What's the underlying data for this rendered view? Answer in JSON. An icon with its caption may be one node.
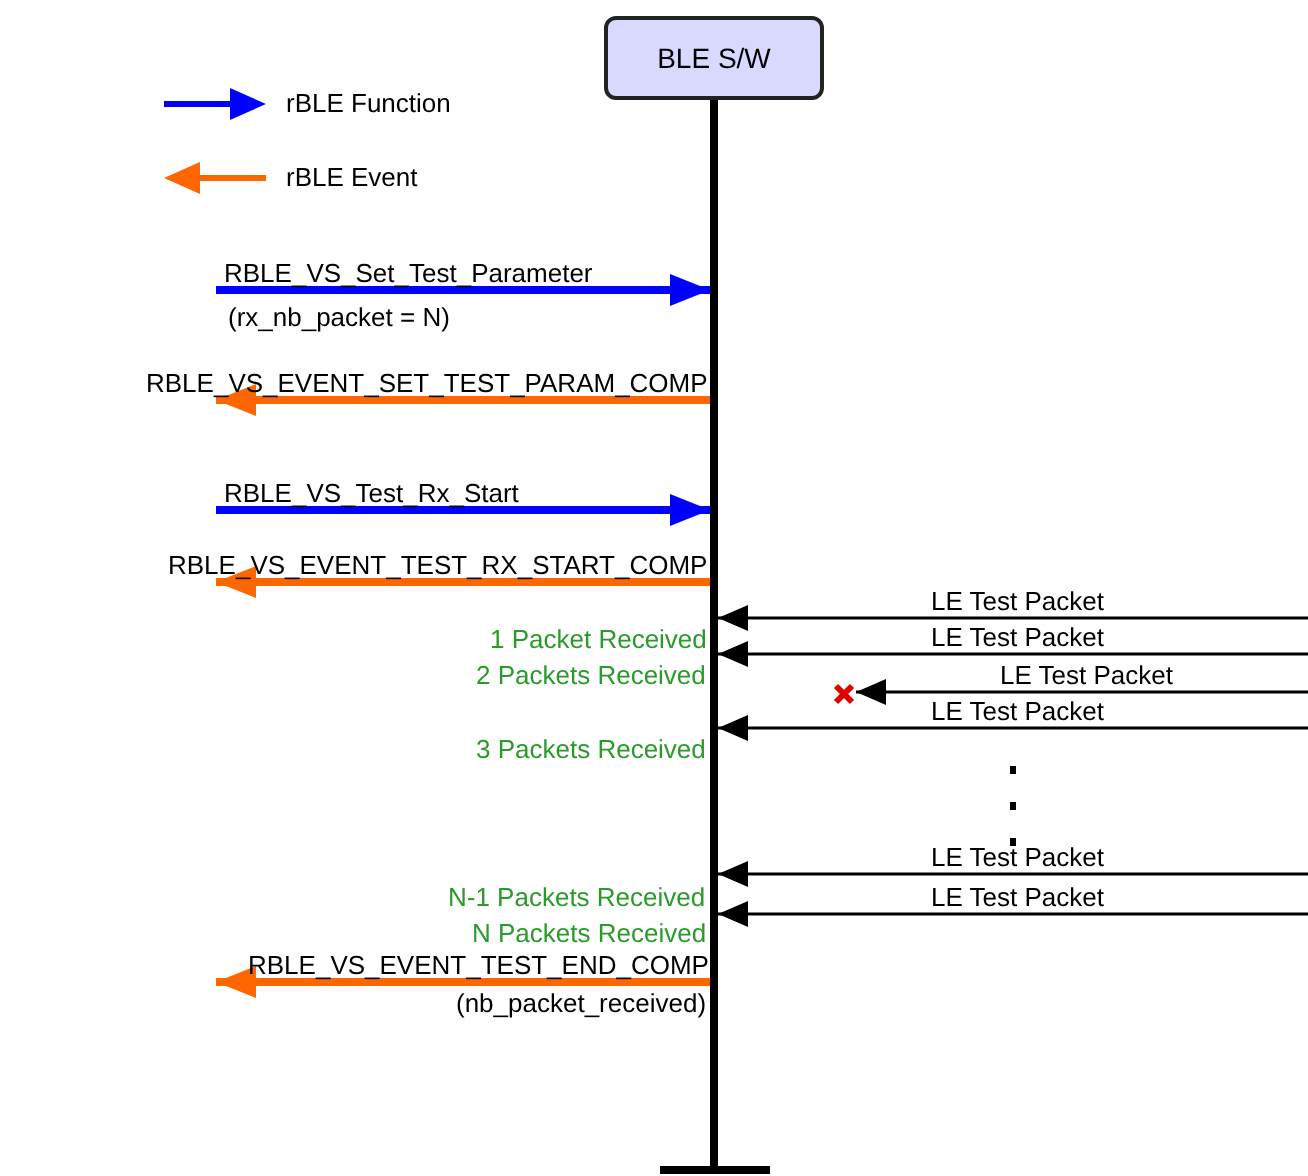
{
  "diagram": {
    "nodes": [
      {
        "text": [
          "BLE S/W"
        ]
      },
      {
        "text": [],
        "shape": "cross"
      }
    ],
    "edges": [
      {
        "from": null,
        "to": 0,
        "arrow": "to",
        "label": "RBLE_VS_Set_Test_Parameter",
        "style": "thick",
        "color": "#0000ff"
      },
      {
        "from": 0,
        "to": null,
        "arrow": "to",
        "label": "RBLE_VS_EVENT_SET_TEST_PARAM_COMP",
        "style": "thick",
        "color": "#ff6600"
      },
      {
        "from": null,
        "to": 0,
        "arrow": "to",
        "label": "RBLE_VS_Test_Rx_Start",
        "style": "thick",
        "color": "#0000ff"
      },
      {
        "from": 0,
        "to": null,
        "arrow": "to",
        "label": "RBLE_VS_EVENT_TEST_RX_START_COMP",
        "style": "thick",
        "color": "#ff6600"
      },
      {
        "from": null,
        "to": 0,
        "arrow": "to",
        "label": "LE Test Packet"
      },
      {
        "from": null,
        "to": 0,
        "arrow": "to",
        "label": "LE Test Packet"
      },
      {
        "from": null,
        "to": 1,
        "arrow": "to",
        "label": "LE Test Packet"
      },
      {
        "from": null,
        "to": 0,
        "arrow": "to",
        "label": "LE Test Packet"
      },
      {
        "from": null,
        "to": 0,
        "arrow": "to",
        "label": "LE Test Packet"
      },
      {
        "from": null,
        "to": 0,
        "arrow": "to",
        "label": "LE Test Packet"
      },
      {
        "from": 0,
        "to": null,
        "arrow": "to",
        "label": "RBLE_VS_EVENT_TEST_END_COMP",
        "style": "thick",
        "color": "#ff6600"
      }
    ],
    "labels": [
      "(rx_nb_packet = N)",
      "1 Packet Received",
      "2 Packets Received",
      "3 Packets Received",
      "N-1 Packets Received",
      "N Packets Received",
      "(nb_packet_received)"
    ],
    "legend": [
      {
        "text": "rBLE Function"
      },
      {
        "text": "rBLE Event"
      }
    ]
  }
}
